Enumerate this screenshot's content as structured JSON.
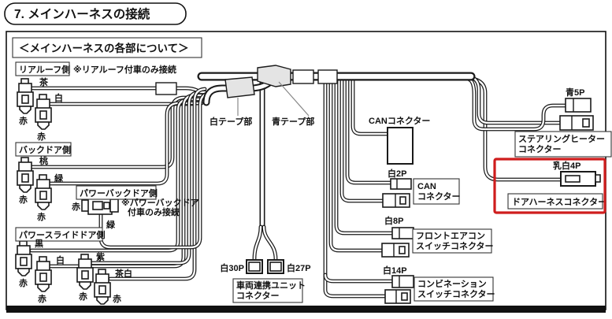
{
  "title": "7. メインハーネスの接続",
  "subtitle": "＜メインハーネスの各部について＞",
  "colors": {
    "highlight": "#cf1d1d"
  },
  "rear_roof": {
    "label": "リアルーフ側",
    "note": "※リアルーフ付車のみ接続",
    "brown": "茶",
    "white": "白",
    "red1": "赤",
    "red2": "赤"
  },
  "back_door": {
    "label": "バックドア側",
    "pink": "桃",
    "green": "緑",
    "red1": "赤",
    "red2": "赤"
  },
  "power_back_door": {
    "label": "パワーバックドア側",
    "red": "赤",
    "note1": "※パワーバックドア",
    "note2": "付車のみ接続",
    "green": "緑"
  },
  "power_slide_door": {
    "label": "パワースライドドア側",
    "black": "黒",
    "white": "白",
    "purple": "紫",
    "brown_white": "茶白",
    "red1": "赤",
    "red2": "赤",
    "red3": "赤",
    "red4": "赤"
  },
  "tape": {
    "white": "白テープ部",
    "blue": "青テープ部"
  },
  "can_top": "CANコネクター",
  "can": {
    "pin": "白2P",
    "line1": "CAN",
    "line2": "コネクター"
  },
  "front_aircon": {
    "pin": "白8P",
    "line1": "フロントエアコン",
    "line2": "スイッチコネクター"
  },
  "combination": {
    "pin": "白14P",
    "line1": "コンビネーション",
    "line2": "スイッチコネクター"
  },
  "vehicle_link": {
    "pin_l": "白30P",
    "pin_r": "白27P",
    "line1": "車両連携ユニット",
    "line2": "コネクター"
  },
  "steering": {
    "pin": "青5P",
    "line1": "ステアリングヒーター",
    "line2": "コネクター"
  },
  "door_harness": {
    "pin": "乳白4P",
    "label": "ドアハーネスコネクター"
  }
}
